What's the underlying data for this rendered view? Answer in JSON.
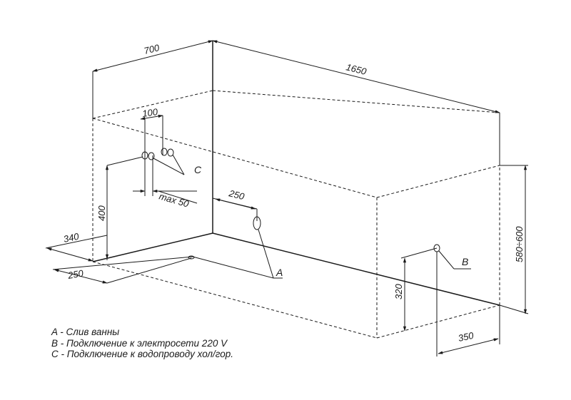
{
  "dimensions": {
    "width_700": "700",
    "length_1650": "1650",
    "spacing_100": "100",
    "max_50": "max 50",
    "drain_offset_250": "250",
    "height_400": "400",
    "depth_340": "340",
    "bottom_250": "250",
    "height_320": "320",
    "offset_350": "350",
    "total_height": "580÷600"
  },
  "markers": {
    "a": "A",
    "b": "B",
    "c": "C"
  },
  "legend": {
    "line_a": "A - Слив ванны",
    "line_b": "B - Подключение к электросети 220 V",
    "line_c": "C - Подключение к водопроводу хол/гор."
  },
  "colors": {
    "line": "#1a1a1a"
  }
}
